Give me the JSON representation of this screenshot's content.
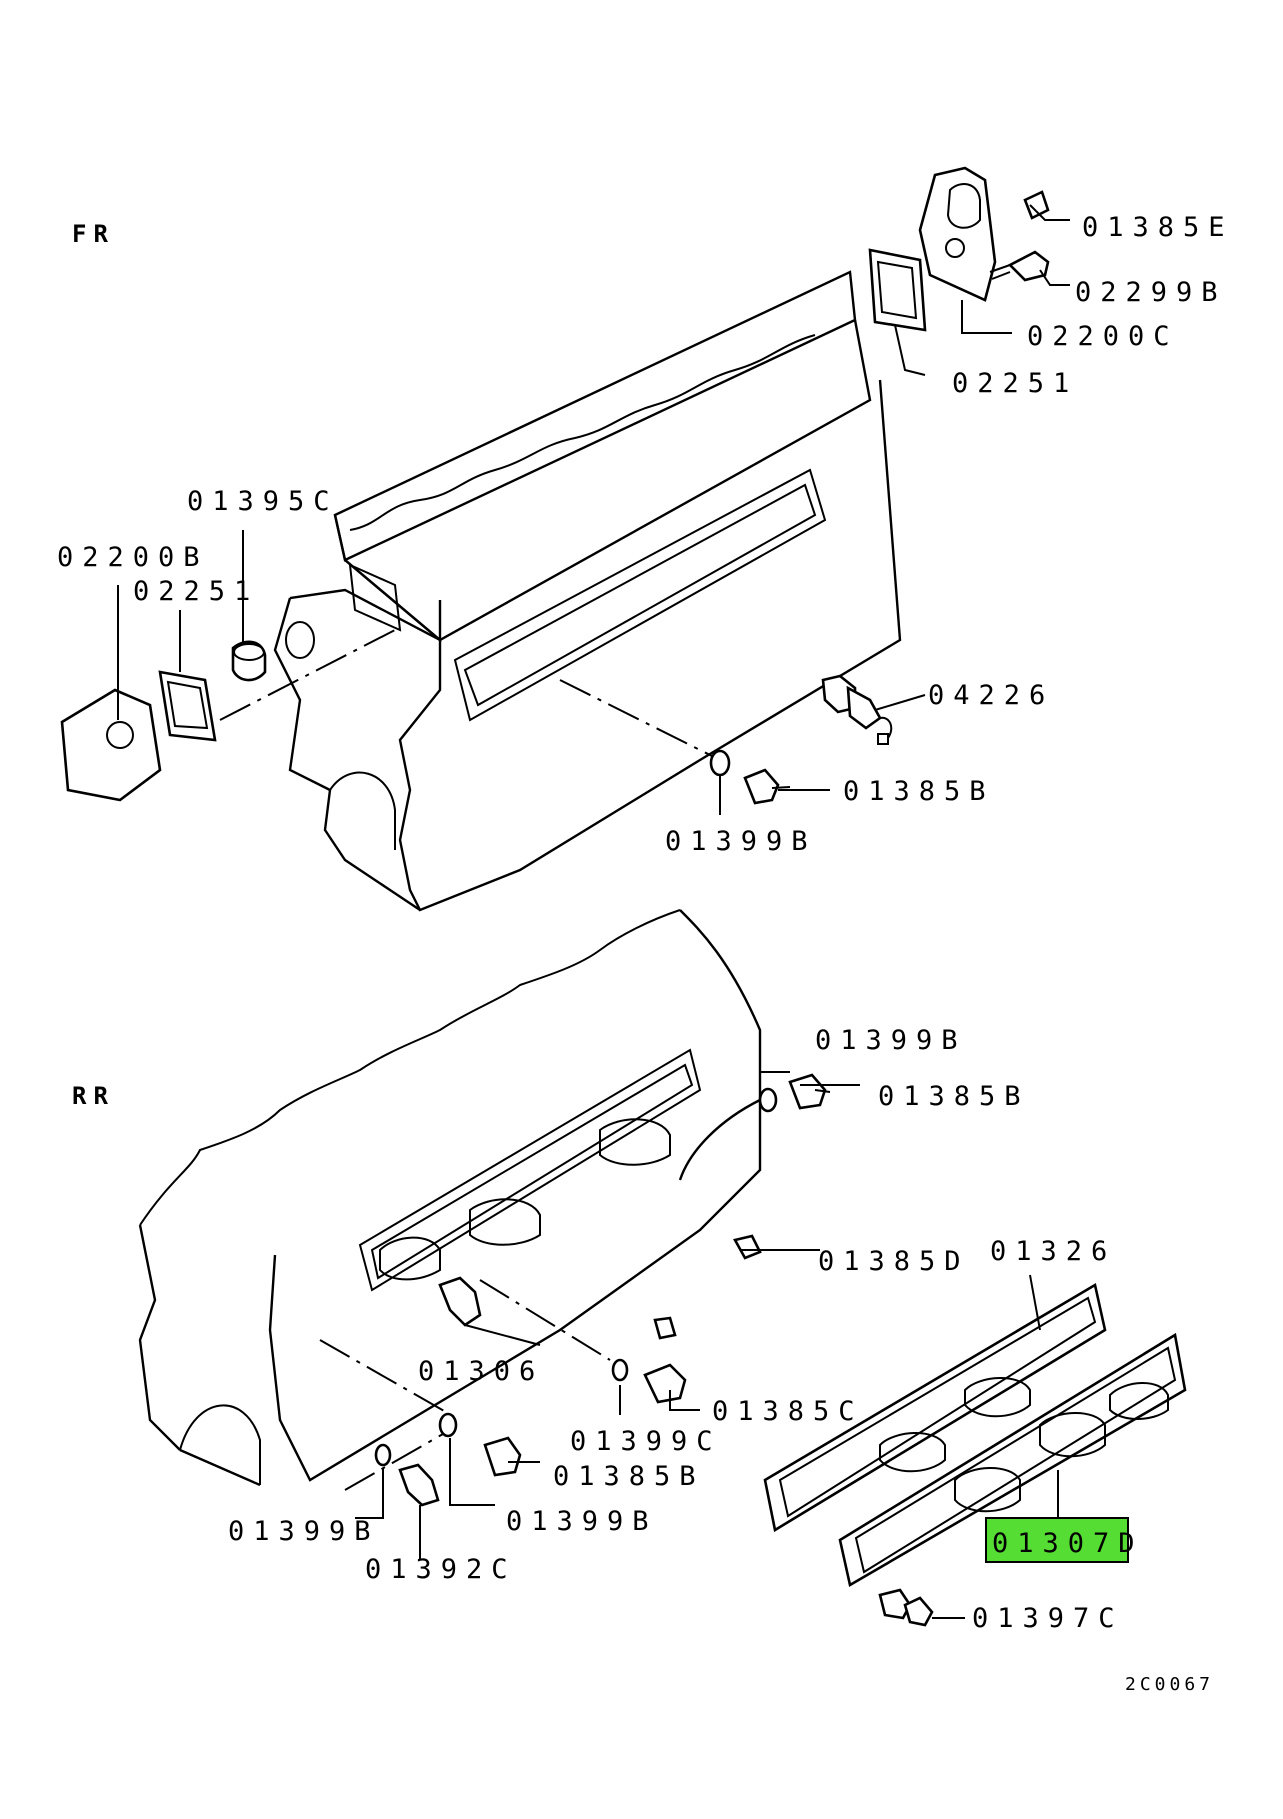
{
  "sections": {
    "front": "FR",
    "rear": "RR"
  },
  "diagram_code": "2C0067",
  "highlight_color": "#55dd33",
  "highlighted_part": "01307D",
  "parts": {
    "p01385E": "01385E",
    "p02299B": "02299B",
    "p02200C": "02200C",
    "p02251_top": "02251",
    "p01395C": "01395C",
    "p02200B": "02200B",
    "p02251_left": "02251",
    "p04226": "04226",
    "p01385B_fr": "01385B",
    "p01399B_fr": "01399B",
    "p01399B_rr_top": "01399B",
    "p01385B_rr_top": "01385B",
    "p01385D": "01385D",
    "p01326": "01326",
    "p01306": "01306",
    "p01385C": "01385C",
    "p01399C": "01399C",
    "p01385B_rr_low": "01385B",
    "p01399B_rr_mid": "01399B",
    "p01399B_rr_left": "01399B",
    "p01392C": "01392C",
    "p01307D": "01307D",
    "p01397C": "01397C"
  }
}
